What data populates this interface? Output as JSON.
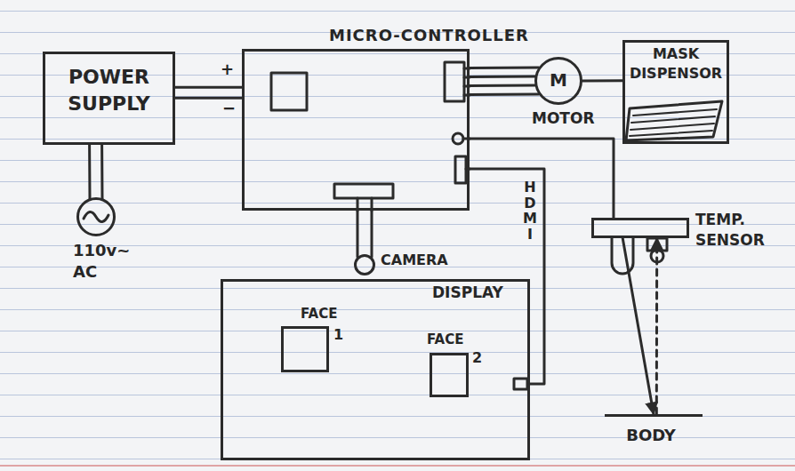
{
  "diagram": {
    "nodes": [
      {
        "text": [
          "POWER SUPPLY"
        ]
      },
      {
        "text": [
          "110v~ AC"
        ]
      },
      {
        "text": [
          "MICRO-CONTROLLER"
        ]
      },
      {
        "text": [
          "M",
          "MOTOR"
        ]
      },
      {
        "text": [
          "MASK DISPENSOR"
        ]
      },
      {
        "text": [
          "TEMP. SENSOR"
        ]
      },
      {
        "text": [
          "BODY"
        ]
      },
      {
        "text": [
          "CAMERA"
        ]
      },
      {
        "text": [
          "DISPLAY"
        ]
      },
      {
        "text": [
          "FACE",
          "1"
        ],
        "in": 8
      },
      {
        "text": [
          "FACE",
          "2"
        ],
        "in": 8
      }
    ],
    "edges": [
      {
        "from": 0,
        "to": 1,
        "arrow": "none"
      },
      {
        "from": 0,
        "to": 2,
        "arrow": "none"
      },
      {
        "from": 2,
        "to": 3,
        "arrow": "none"
      },
      {
        "from": 3,
        "to": 4,
        "arrow": "none"
      },
      {
        "from": 2,
        "to": 5,
        "arrow": "none"
      },
      {
        "from": 5,
        "to": 6,
        "arrow": "to"
      },
      {
        "from": 6,
        "to": 5,
        "arrow": "to"
      },
      {
        "from": 2,
        "to": 7,
        "arrow": "none"
      },
      {
        "from": 2,
        "to": 8,
        "label": "HDMI",
        "arrow": "none"
      }
    ],
    "labels": [
      "+",
      "−"
    ]
  }
}
